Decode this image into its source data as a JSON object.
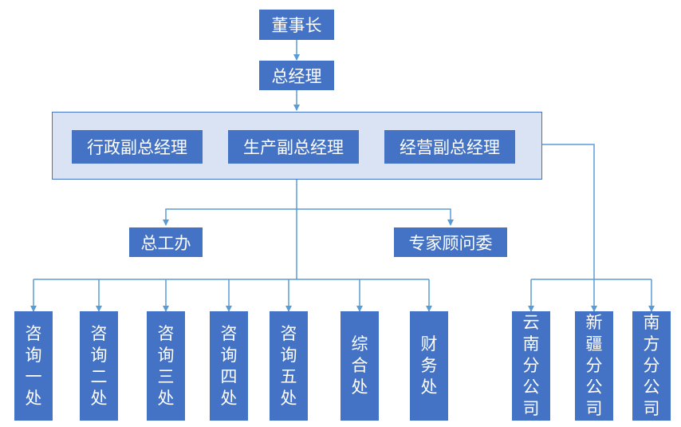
{
  "top": {
    "chairman": "董事长",
    "gm": "总经理"
  },
  "vice_gms": [
    "行政副总经理",
    "生产副总经理",
    "经营副总经理"
  ],
  "staff": {
    "chief_engineer_office": "总工办",
    "expert_committee": "专家顾问委"
  },
  "departments": [
    "咨询一处",
    "咨询二处",
    "咨询三处",
    "咨询四处",
    "咨询五处",
    "综合处",
    "财务处"
  ],
  "branches": [
    "云南分公司",
    "新疆分公司",
    "南方分公司"
  ],
  "colors": {
    "box": "#4472c4",
    "group": "#dae3f3",
    "line": "#5b9bd5"
  }
}
